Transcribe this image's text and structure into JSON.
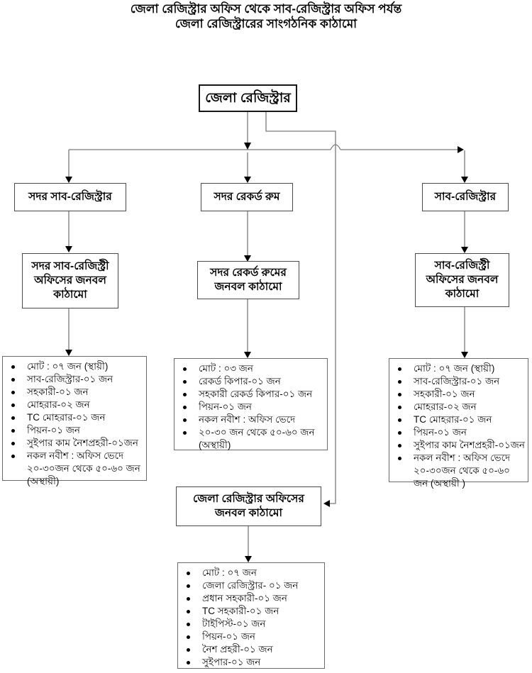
{
  "title": {
    "line1": "জেলা রেজিস্ট্রার অফিস থেকে সাব-রেজিস্ট্রার অফিস পর্যন্ত",
    "line2": "জেলা রেজিস্ট্রারের সাংগঠনিক কাঠামো"
  },
  "boxes": {
    "top": "জেলা রেজিস্ট্রার",
    "l2_left": "সদর সাব-রেজিস্ট্রার",
    "l2_mid": "সদর রেকর্ড রুম",
    "l2_right": "সাব-রেজিস্ট্রার",
    "l3_left": "সদর সাব-রেজিস্ট্রী অফিসের জনবল কাঠামো",
    "l3_mid": "সদর রেকর্ড রুমের জনবল কাঠামো",
    "l3_right": "সাব-রেজিস্ট্রী অফিসের জনবল কাঠামো",
    "bottom_mid": "জেলা রেজিস্ট্রার অফিসের জনবল কাঠামো"
  },
  "lists": {
    "left": {
      "items": [
        "মোট : ০৭ জন (স্থায়ী)",
        "সাব-রেজিস্ট্রার-০১ জন",
        "সহকারী-০১ জন",
        "মোহরার-০২ জন",
        "TC মোহরার-০১ জন",
        "পিয়ন-০১ জন",
        "সুইপার কাম নৈশপ্রহরী-০১জন",
        "নকল নবীশ : অফিস ভেদে ২০-৩০জন থেকে ৫০-৬০ জন (অস্থায়ী)"
      ]
    },
    "mid": {
      "items": [
        "মোট : ০৩ জন",
        "রেকর্ড কিপার-০১ জন",
        "সহকারী রেকর্ড কিপার-০১ জন",
        "পিয়ন-০১ জন",
        "নকল নবীশ : অফিস ভেদে",
        "২০-৩০ জন থেকে ৫০-৬০ জন (অস্থায়ী)"
      ]
    },
    "right": {
      "items": [
        "মোট : ০৭ জন (স্থায়ী)",
        "সাব-রেজিস্ট্রার-০১ জন",
        "সহকারী-০১ জন",
        "মোহরার-০২ জন",
        "TC মোহরার-০১ জন",
        "পিয়ন-০১ জন",
        "সুইপার কাম নৈশপ্রহরী-০১জন",
        "নকল নবীশ : অফিস ভেদে ২০-৩০জন থেকে ৫০-৬০ জন (অস্থায়ী )"
      ]
    },
    "bottom": {
      "items": [
        "মোট : ০৭ জন",
        "জেলা রেজিস্ট্রার- ০১ জন",
        "প্রধান সহকারী-০১ জন",
        "TC সহকারী-০১ জন",
        "টাইপিস্ট-০১ জন",
        "পিয়ন-০১ জন",
        "নৈশ প্রহরী-০১ জন",
        "সুইপার-০১ জন"
      ]
    }
  },
  "colors": {
    "line": "#7a7a7a",
    "arrow": "#000000",
    "box_border": "#4a4a4a",
    "text": "#000000",
    "background": "#ffffff"
  }
}
